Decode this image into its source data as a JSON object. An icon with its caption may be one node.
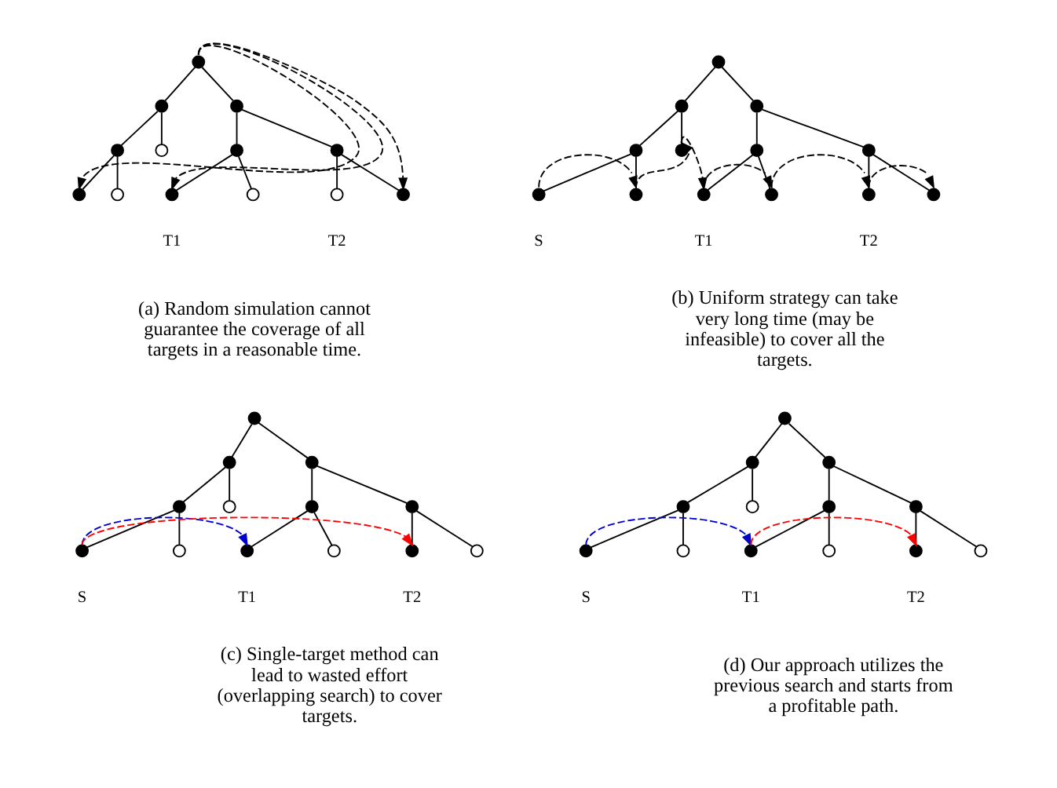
{
  "diagram": {
    "nodes": [
      {
        "text": [],
        "shape": "circle"
      },
      {
        "text": [],
        "shape": "circle"
      },
      {
        "text": [],
        "shape": "circle"
      },
      {
        "text": [],
        "shape": "circle"
      },
      {
        "text": [],
        "shape": "circle"
      },
      {
        "text": [],
        "shape": "circle"
      },
      {
        "text": [],
        "shape": "circle"
      },
      {
        "text": [],
        "shape": "circle"
      },
      {
        "text": [],
        "shape": "circle"
      },
      {
        "text": [],
        "shape": "circle",
        "beside": [
          "T1"
        ]
      },
      {
        "text": [],
        "shape": "circle"
      },
      {
        "text": [],
        "shape": "circle",
        "beside": [
          "T2"
        ]
      },
      {
        "text": [],
        "shape": "circle"
      },
      {
        "text": [],
        "shape": "circle"
      },
      {
        "text": [],
        "shape": "circle"
      },
      {
        "text": [],
        "shape": "circle"
      },
      {
        "text": [],
        "shape": "circle"
      },
      {
        "text": [],
        "shape": "circle"
      },
      {
        "text": [],
        "shape": "circle"
      },
      {
        "text": [],
        "shape": "circle"
      },
      {
        "text": [],
        "shape": "circle",
        "beside": [
          "S"
        ]
      },
      {
        "text": [],
        "shape": "circle"
      },
      {
        "text": [],
        "shape": "circle",
        "beside": [
          "T1"
        ]
      },
      {
        "text": [],
        "shape": "circle"
      },
      {
        "text": [],
        "shape": "circle",
        "beside": [
          "T2"
        ]
      },
      {
        "text": [],
        "shape": "circle"
      },
      {
        "text": [],
        "shape": "circle"
      },
      {
        "text": [],
        "shape": "circle"
      },
      {
        "text": [],
        "shape": "circle"
      },
      {
        "text": [],
        "shape": "circle"
      },
      {
        "text": [],
        "shape": "circle"
      },
      {
        "text": [],
        "shape": "circle"
      },
      {
        "text": [],
        "shape": "circle"
      },
      {
        "text": [],
        "shape": "circle",
        "beside": [
          "S"
        ]
      },
      {
        "text": [],
        "shape": "circle"
      },
      {
        "text": [],
        "shape": "circle",
        "beside": [
          "T1"
        ]
      },
      {
        "text": [],
        "shape": "circle"
      },
      {
        "text": [],
        "shape": "circle",
        "beside": [
          "T2"
        ]
      },
      {
        "text": [],
        "shape": "circle"
      },
      {
        "text": [],
        "shape": "circle"
      },
      {
        "text": [],
        "shape": "circle"
      },
      {
        "text": [],
        "shape": "circle"
      },
      {
        "text": [],
        "shape": "circle"
      },
      {
        "text": [],
        "shape": "circle"
      },
      {
        "text": [],
        "shape": "circle"
      },
      {
        "text": [],
        "shape": "circle"
      },
      {
        "text": [],
        "shape": "circle",
        "beside": [
          "S"
        ]
      },
      {
        "text": [],
        "shape": "circle"
      },
      {
        "text": [],
        "shape": "circle",
        "beside": [
          "T1"
        ]
      },
      {
        "text": [],
        "shape": "circle"
      },
      {
        "text": [],
        "shape": "circle",
        "beside": [
          "T2"
        ]
      },
      {
        "text": [],
        "shape": "circle"
      }
    ],
    "edges": [
      {
        "from": 0,
        "to": 1,
        "arrow": "none"
      },
      {
        "from": 0,
        "to": 2,
        "arrow": "none"
      },
      {
        "from": 1,
        "to": 3,
        "arrow": "none"
      },
      {
        "from": 1,
        "to": 4,
        "arrow": "none"
      },
      {
        "from": 2,
        "to": 5,
        "arrow": "none"
      },
      {
        "from": 2,
        "to": 6,
        "arrow": "none"
      },
      {
        "from": 3,
        "to": 7,
        "arrow": "none"
      },
      {
        "from": 3,
        "to": 8,
        "arrow": "none"
      },
      {
        "from": 5,
        "to": 9,
        "arrow": "none"
      },
      {
        "from": 5,
        "to": 10,
        "arrow": "none"
      },
      {
        "from": 6,
        "to": 11,
        "arrow": "none"
      },
      {
        "from": 6,
        "to": 12,
        "arrow": "none"
      },
      {
        "from": 0,
        "to": 7,
        "arrow": "to",
        "style": "dashed"
      },
      {
        "from": 0,
        "to": 9,
        "arrow": "to",
        "style": "dashed"
      },
      {
        "from": 0,
        "to": 12,
        "arrow": "to",
        "style": "dashed"
      },
      {
        "from": 13,
        "to": 14,
        "arrow": "none"
      },
      {
        "from": 13,
        "to": 15,
        "arrow": "none"
      },
      {
        "from": 14,
        "to": 16,
        "arrow": "none"
      },
      {
        "from": 14,
        "to": 17,
        "arrow": "none"
      },
      {
        "from": 15,
        "to": 18,
        "arrow": "none"
      },
      {
        "from": 15,
        "to": 19,
        "arrow": "none"
      },
      {
        "from": 16,
        "to": 20,
        "arrow": "none"
      },
      {
        "from": 16,
        "to": 21,
        "arrow": "none"
      },
      {
        "from": 18,
        "to": 22,
        "arrow": "none"
      },
      {
        "from": 18,
        "to": 23,
        "arrow": "none"
      },
      {
        "from": 19,
        "to": 24,
        "arrow": "none"
      },
      {
        "from": 19,
        "to": 25,
        "arrow": "none"
      },
      {
        "from": 20,
        "to": 21,
        "arrow": "to",
        "style": "dashed"
      },
      {
        "from": 21,
        "to": 17,
        "arrow": "to",
        "style": "dashed"
      },
      {
        "from": 17,
        "to": 22,
        "arrow": "to",
        "style": "dashed"
      },
      {
        "from": 22,
        "to": 23,
        "arrow": "to",
        "style": "dashed"
      },
      {
        "from": 23,
        "to": 24,
        "arrow": "to",
        "style": "dashed"
      },
      {
        "from": 24,
        "to": 25,
        "arrow": "to",
        "style": "dashed"
      },
      {
        "from": 26,
        "to": 27,
        "arrow": "none"
      },
      {
        "from": 26,
        "to": 28,
        "arrow": "none"
      },
      {
        "from": 27,
        "to": 29,
        "arrow": "none"
      },
      {
        "from": 27,
        "to": 30,
        "arrow": "none"
      },
      {
        "from": 28,
        "to": 31,
        "arrow": "none"
      },
      {
        "from": 28,
        "to": 32,
        "arrow": "none"
      },
      {
        "from": 29,
        "to": 33,
        "arrow": "none"
      },
      {
        "from": 29,
        "to": 34,
        "arrow": "none"
      },
      {
        "from": 31,
        "to": 35,
        "arrow": "none"
      },
      {
        "from": 31,
        "to": 36,
        "arrow": "none"
      },
      {
        "from": 32,
        "to": 37,
        "arrow": "none"
      },
      {
        "from": 32,
        "to": 38,
        "arrow": "none"
      },
      {
        "from": 33,
        "to": 35,
        "arrow": "to",
        "style": "dashed",
        "color": "#0000cc"
      },
      {
        "from": 33,
        "to": 37,
        "arrow": "to",
        "style": "dashed",
        "color": "#ff0000"
      },
      {
        "from": 39,
        "to": 40,
        "arrow": "none"
      },
      {
        "from": 39,
        "to": 41,
        "arrow": "none"
      },
      {
        "from": 40,
        "to": 42,
        "arrow": "none"
      },
      {
        "from": 40,
        "to": 43,
        "arrow": "none"
      },
      {
        "from": 41,
        "to": 44,
        "arrow": "none"
      },
      {
        "from": 41,
        "to": 45,
        "arrow": "none"
      },
      {
        "from": 42,
        "to": 46,
        "arrow": "none"
      },
      {
        "from": 42,
        "to": 47,
        "arrow": "none"
      },
      {
        "from": 44,
        "to": 48,
        "arrow": "none"
      },
      {
        "from": 44,
        "to": 49,
        "arrow": "none"
      },
      {
        "from": 45,
        "to": 50,
        "arrow": "none"
      },
      {
        "from": 45,
        "to": 51,
        "arrow": "none"
      },
      {
        "from": 46,
        "to": 48,
        "arrow": "to",
        "style": "dashed",
        "color": "#0000cc"
      },
      {
        "from": 48,
        "to": 50,
        "arrow": "to",
        "style": "dashed",
        "color": "#ff0000"
      }
    ],
    "labels": [
      "(a) Random simulation cannot guarantee the coverage of all targets in a reasonable time.",
      "(b) Uniform strategy can take very long time (may be infeasible) to cover all the targets.",
      "(c) Single-target method can lead to wasted effort (overlapping search) to cover targets.",
      "(d) Our approach utilizes the previous search and starts from a profitable path."
    ]
  }
}
